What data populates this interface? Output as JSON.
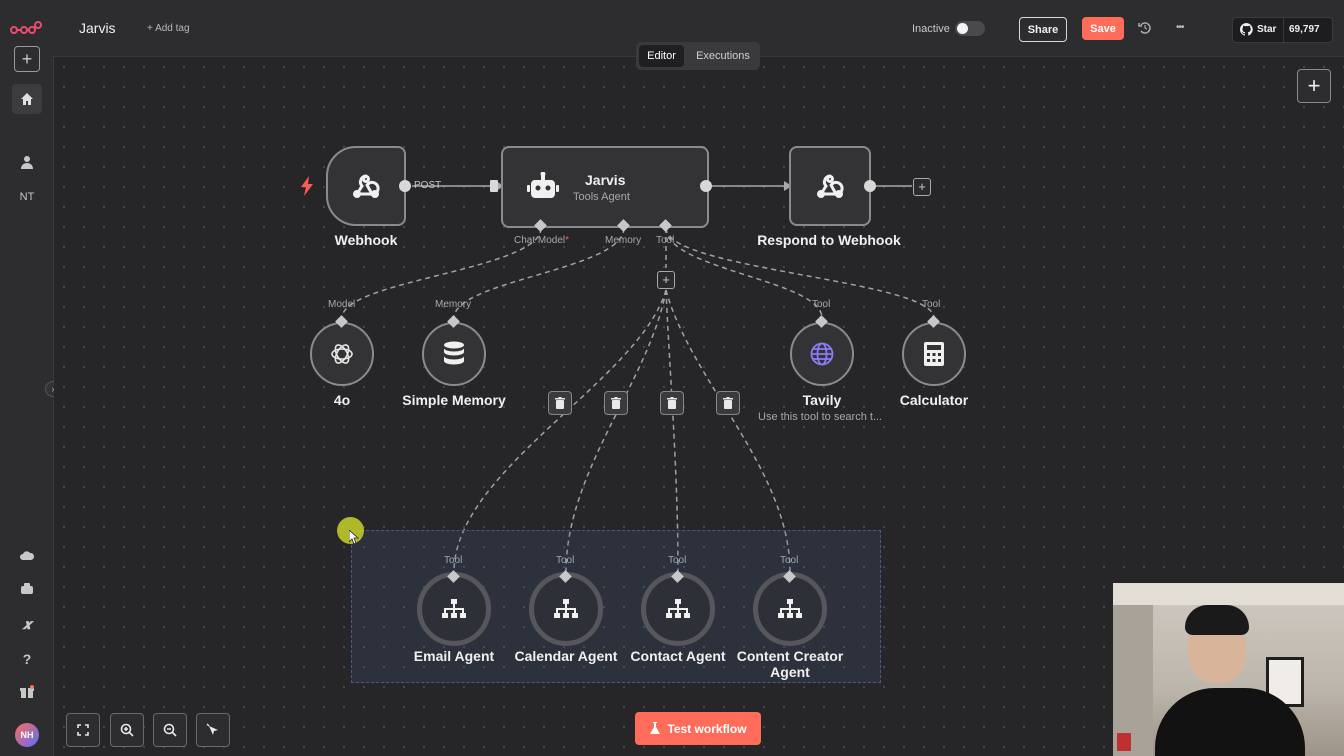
{
  "workflow": {
    "name": "Jarvis",
    "add_tag": "+ Add tag"
  },
  "header": {
    "status_label": "Inactive",
    "share_label": "Share",
    "save_label": "Save",
    "more_label": "•••",
    "github_star": "Star",
    "github_count": "69,797"
  },
  "tabs": {
    "editor": "Editor",
    "executions": "Executions"
  },
  "sidebar": {
    "user_initials": "NT",
    "avatar_initials": "NH"
  },
  "nodes": {
    "webhook": {
      "label": "Webhook",
      "output": "POST"
    },
    "jarvis": {
      "title": "Jarvis",
      "subtitle": "Tools Agent",
      "in_chat": "Chat Model",
      "in_memory": "Memory",
      "in_tool": "Tool"
    },
    "respond": {
      "label": "Respond to Webhook"
    },
    "model": {
      "label": "4o",
      "port": "Model"
    },
    "memory": {
      "label": "Simple Memory",
      "port": "Memory"
    },
    "tavily": {
      "label": "Tavily",
      "port": "Tool",
      "desc": "Use this tool to search t..."
    },
    "calculator": {
      "label": "Calculator",
      "port": "Tool"
    },
    "email": {
      "label": "Email Agent",
      "port": "Tool"
    },
    "calendar": {
      "label": "Calendar Agent",
      "port": "Tool"
    },
    "contact": {
      "label": "Contact Agent",
      "port": "Tool"
    },
    "creator": {
      "label_line1": "Content Creator",
      "label_line2": "Agent",
      "port": "Tool"
    }
  },
  "footer": {
    "test_workflow": "Test workflow"
  },
  "colors": {
    "accent": "#ff6d5a",
    "canvas_bg": "#262628",
    "node_border": "#8a8a90",
    "tavily_icon": "#8b7cf6"
  }
}
